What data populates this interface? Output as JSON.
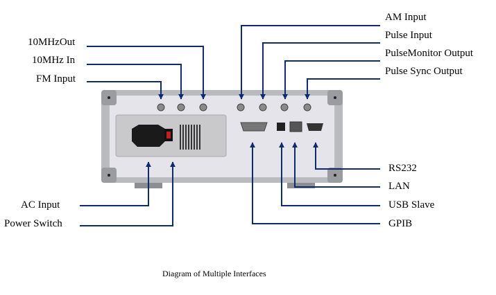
{
  "labels": {
    "top_left": [
      "10MHzOut",
      "10MHz  In",
      "FM  Input"
    ],
    "top_right": [
      "AM Input",
      "Pulse Input",
      "PulseMonitor Output",
      "Pulse Sync Output"
    ],
    "bottom_right": [
      "RS232",
      "LAN",
      "USB Slave",
      "GPIB"
    ],
    "bottom_left": [
      "AC  Input",
      "Power  Switch"
    ]
  },
  "caption": "Diagram of Multiple Interfaces",
  "colors": {
    "arrow": "#0d2b6e",
    "panel": "#e4e4ea",
    "frame": "#b9bbbf"
  }
}
